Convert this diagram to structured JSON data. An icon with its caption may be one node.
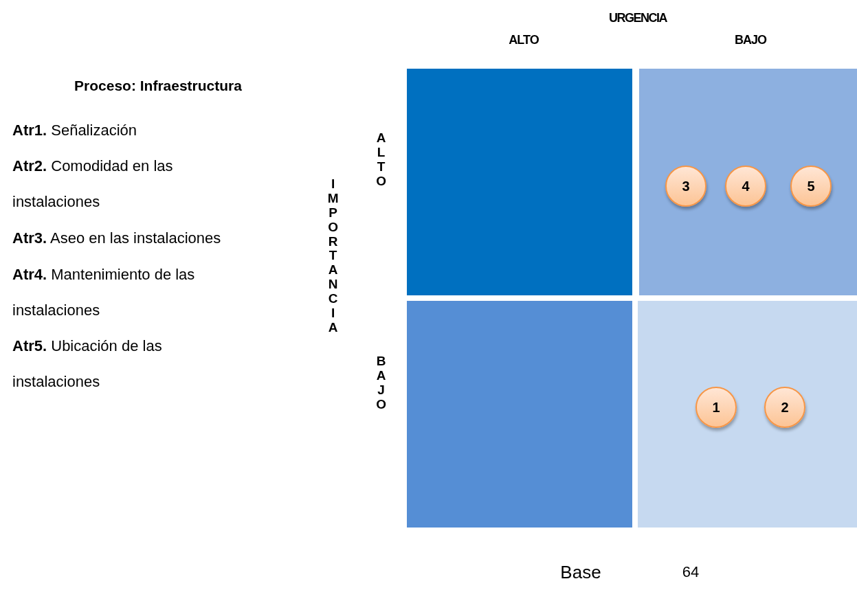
{
  "diagram": {
    "nodes": [
      {
        "text": [],
        "shape": "box"
      },
      {
        "text": [],
        "shape": "box"
      },
      {
        "text": [],
        "shape": "box"
      },
      {
        "text": [],
        "shape": "box"
      },
      {
        "text": [
          "3"
        ],
        "in": 1
      },
      {
        "text": [
          "4"
        ],
        "in": 1
      },
      {
        "text": [
          "5"
        ],
        "in": 1
      },
      {
        "text": [
          "1"
        ],
        "in": 3
      },
      {
        "text": [
          "2"
        ],
        "in": 3
      }
    ],
    "edges": [],
    "labels": [
      "URGENCIA",
      "ALTO",
      "BAJO",
      "Proceso: Infraestructura",
      "**Atr1.** Señalización",
      "**Atr2.** Comodidad en las instalaciones",
      "**Atr3.** Aseo en las instalaciones",
      "**Atr4.** Mantenimiento de las instalaciones",
      "**Atr5.** Ubicación de las instalaciones",
      "IMPORTANCIA",
      "ALTO",
      "BAJO",
      "Base",
      "64"
    ]
  }
}
